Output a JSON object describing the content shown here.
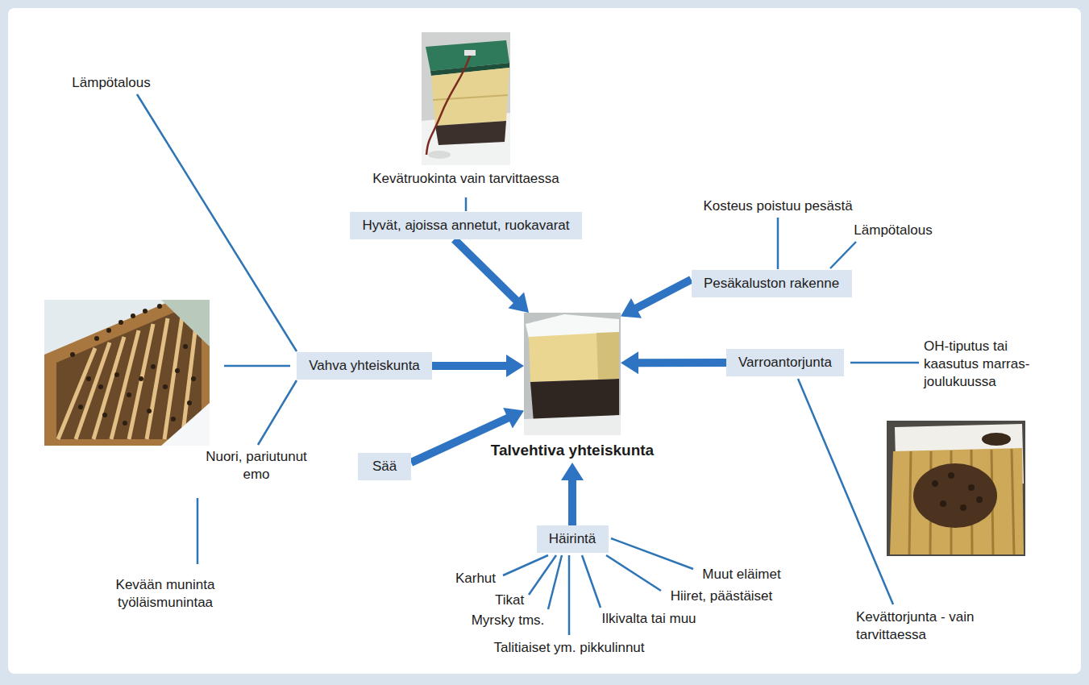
{
  "diagram": {
    "nodes": [
      {
        "text": [
          "Hyvät, ajoissa annetut, ruokavarat"
        ]
      },
      {
        "text": [
          "Pesäkaluston rakenne"
        ]
      },
      {
        "text": [
          "Vahva yhteiskunta"
        ]
      },
      {
        "text": [
          "Talvehtiva yhteiskunta"
        ]
      },
      {
        "text": [
          "Varroantorjunta"
        ]
      },
      {
        "text": [
          "Sää"
        ]
      },
      {
        "text": [
          "Häirintä"
        ]
      }
    ],
    "edges": [
      {
        "from": 0,
        "to": 3,
        "arrow": "to"
      },
      {
        "from": 1,
        "to": 3,
        "arrow": "to"
      },
      {
        "from": 2,
        "to": 3,
        "arrow": "to"
      },
      {
        "from": 4,
        "to": 3,
        "arrow": "to"
      },
      {
        "from": 5,
        "to": 3,
        "arrow": "to"
      },
      {
        "from": 6,
        "to": 3,
        "arrow": "to"
      }
    ],
    "labels": [
      "Kevätruokinta vain tarvittaessa",
      "Lämpötalous",
      "Nuori, pariutunut emo",
      "Kevään muninta työläismunintaa",
      "Kosteus poistuu pesästä",
      "Lämpötalous",
      "OH-tiputus tai kaasutus marras-joulukuussa",
      "Kevättorjunta - vain tarvittaessa",
      "Karhut",
      "Tikat",
      "Myrsky tms.",
      "Talitiaiset ym. pikkulinnut",
      "Ilkivalta tai muu",
      "Hiiret, päästäiset",
      "Muut eläimet"
    ]
  }
}
